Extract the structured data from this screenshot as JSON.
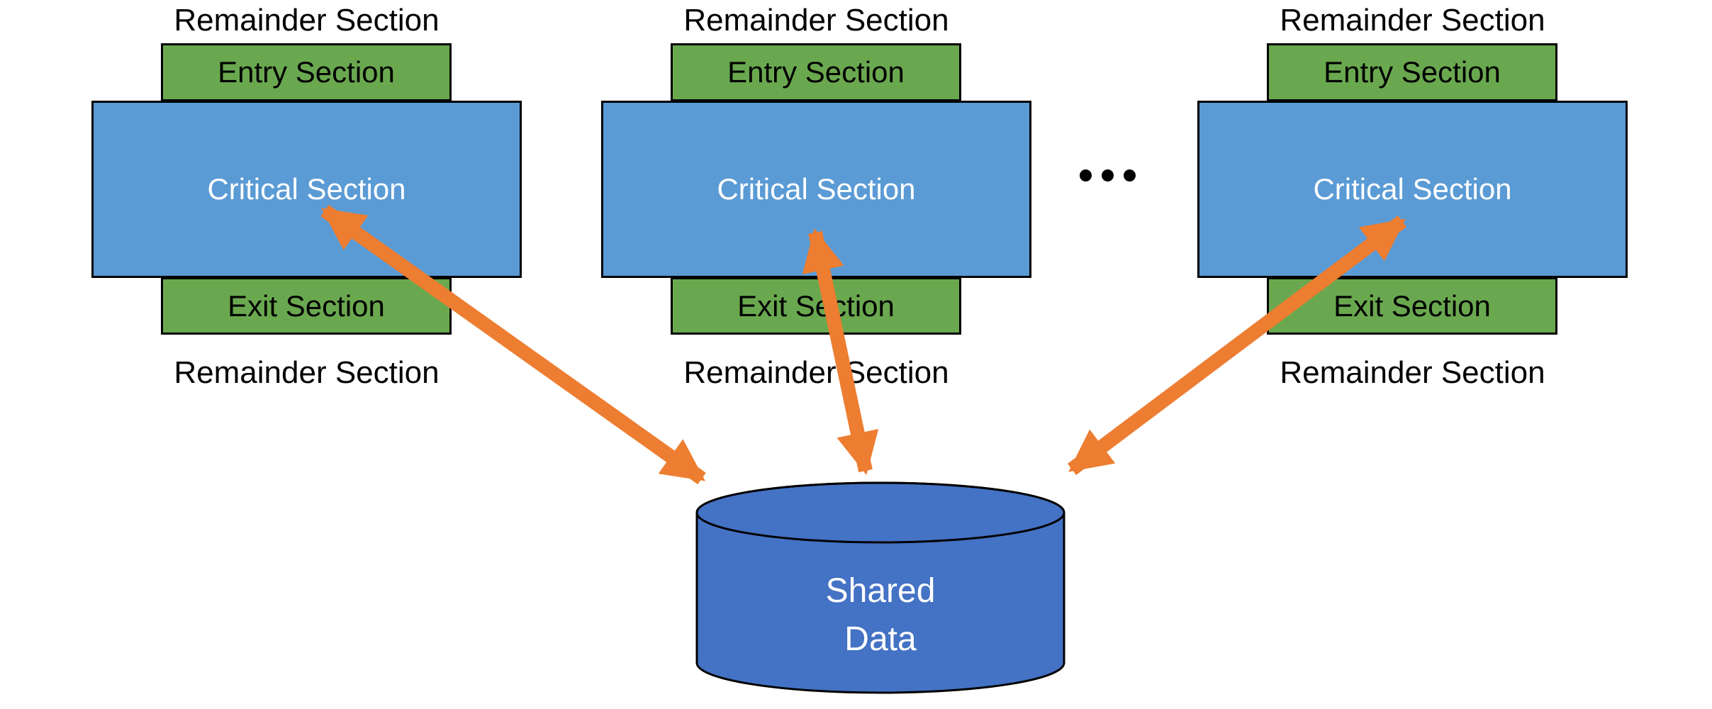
{
  "diagram": {
    "processes": [
      {
        "remainder_top": "Remainder Section",
        "entry": "Entry Section",
        "critical": "Critical Section",
        "exit": "Exit Section",
        "remainder_bottom": "Remainder Section"
      },
      {
        "remainder_top": "Remainder Section",
        "entry": "Entry Section",
        "critical": "Critical Section",
        "exit": "Exit Section",
        "remainder_bottom": "Remainder Section"
      },
      {
        "remainder_top": "Remainder Section",
        "entry": "Entry Section",
        "critical": "Critical Section",
        "exit": "Exit Section",
        "remainder_bottom": "Remainder Section"
      }
    ],
    "ellipsis": "...",
    "shared_data": {
      "lines": [
        "Shared",
        "Data"
      ]
    },
    "colors": {
      "section_green": "#6aa84f",
      "critical_blue": "#5b9bd5",
      "cylinder_blue": "#4472c4",
      "arrow_orange": "#ed7d31",
      "text_black": "#000000",
      "text_white": "#ffffff"
    }
  }
}
